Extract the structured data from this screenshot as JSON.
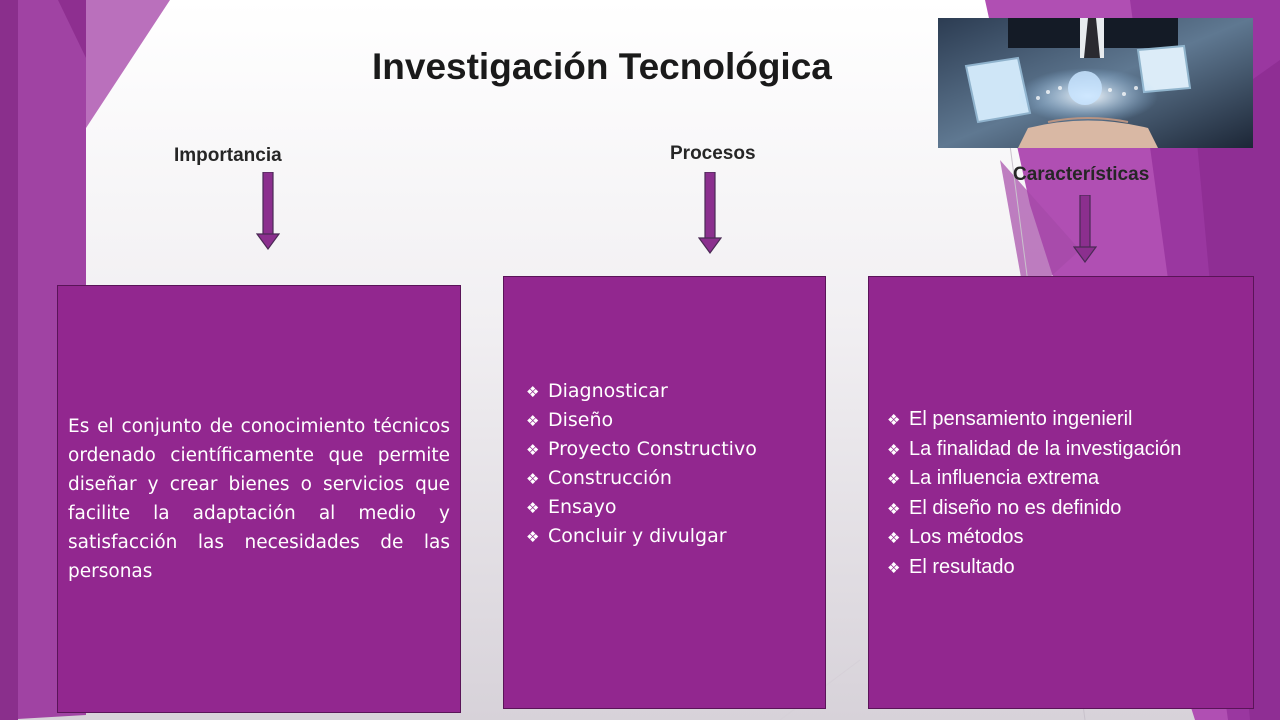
{
  "title": "Investigación Tecnológica",
  "image_alt": "Manos con tablet y tecnología",
  "columns": {
    "importancia": {
      "label": "Importancia",
      "text": "Es el conjunto de conocimiento técnicos ordenado científicamente que permite diseñar y crear bienes o servicios que facilite la adaptación al medio y satisfacción las necesidades de las personas"
    },
    "procesos": {
      "label": "Procesos",
      "items": [
        "Diagnosticar",
        "Diseño",
        "Proyecto Constructivo",
        "Construcción",
        "Ensayo",
        "Concluir y divulgar"
      ]
    },
    "caracteristicas": {
      "label": "Características",
      "items": [
        "El pensamiento ingenieril",
        "La finalidad de la investigación",
        "La influencia extrema",
        "El diseño no es definido",
        "Los métodos",
        "El resultado"
      ]
    }
  },
  "bullet_symbol": "❖",
  "colors": {
    "panel": "#92278f",
    "accent_purple": "#9b3aa0",
    "arrow": "#8b2f8e",
    "title": "#1a1a1a"
  },
  "icons": [
    "down-arrow-icon",
    "diamond-bullet-icon"
  ]
}
